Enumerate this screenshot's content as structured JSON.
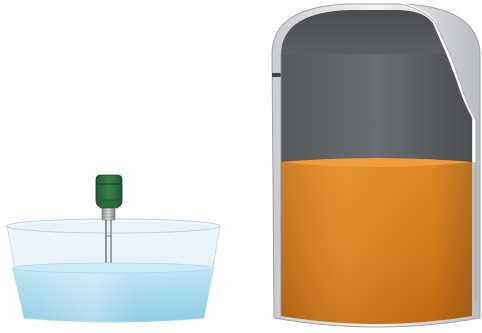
{
  "scene": {
    "objects": [
      {
        "name": "open-water-basin",
        "contents": "water"
      },
      {
        "name": "level-sensor-probe",
        "color": "#2f6e3f"
      },
      {
        "name": "cutaway-storage-tank",
        "contents": "orange liquid"
      }
    ],
    "colors": {
      "water": "#a9d9ee",
      "tank_liquid": "#e08a22",
      "tank_headspace": "#5f6165",
      "sensor_head": "#2f6e3f",
      "background": "#ffffff"
    }
  }
}
